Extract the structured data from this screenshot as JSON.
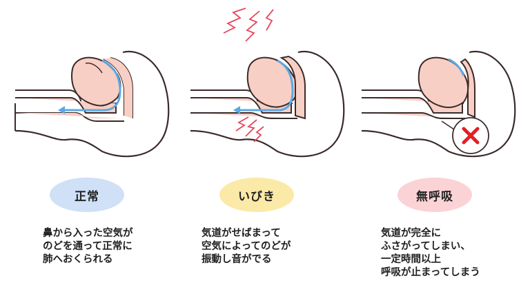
{
  "panels": [
    {
      "label": "正常",
      "description": "鼻から入った空気が\nのどを通って正常に\n肺へおくられる",
      "badge_color": "#cfe0f7",
      "state": "normal"
    },
    {
      "label": "いびき",
      "description": "気道がせばまって\n空気によってのどが\n振動し音がでる",
      "badge_color": "#fbe9a8",
      "state": "snoring"
    },
    {
      "label": "無呼吸",
      "description": "気道が完全に\nふさがってしまい、\n一定時間以上\n呼吸が止まってしまう",
      "badge_color": "#fbd2d6",
      "state": "apnea"
    }
  ],
  "colors": {
    "airway_fill": "#f8cfc4",
    "airway_line": "#3a2a2a",
    "air_arrow": "#5aa8e6",
    "vibration": "#e8455a",
    "blocked_icon": "#e21f26"
  },
  "icons": {
    "vibration": "vibration-zigzag-icon",
    "blocked": "blocked-x-icon"
  }
}
